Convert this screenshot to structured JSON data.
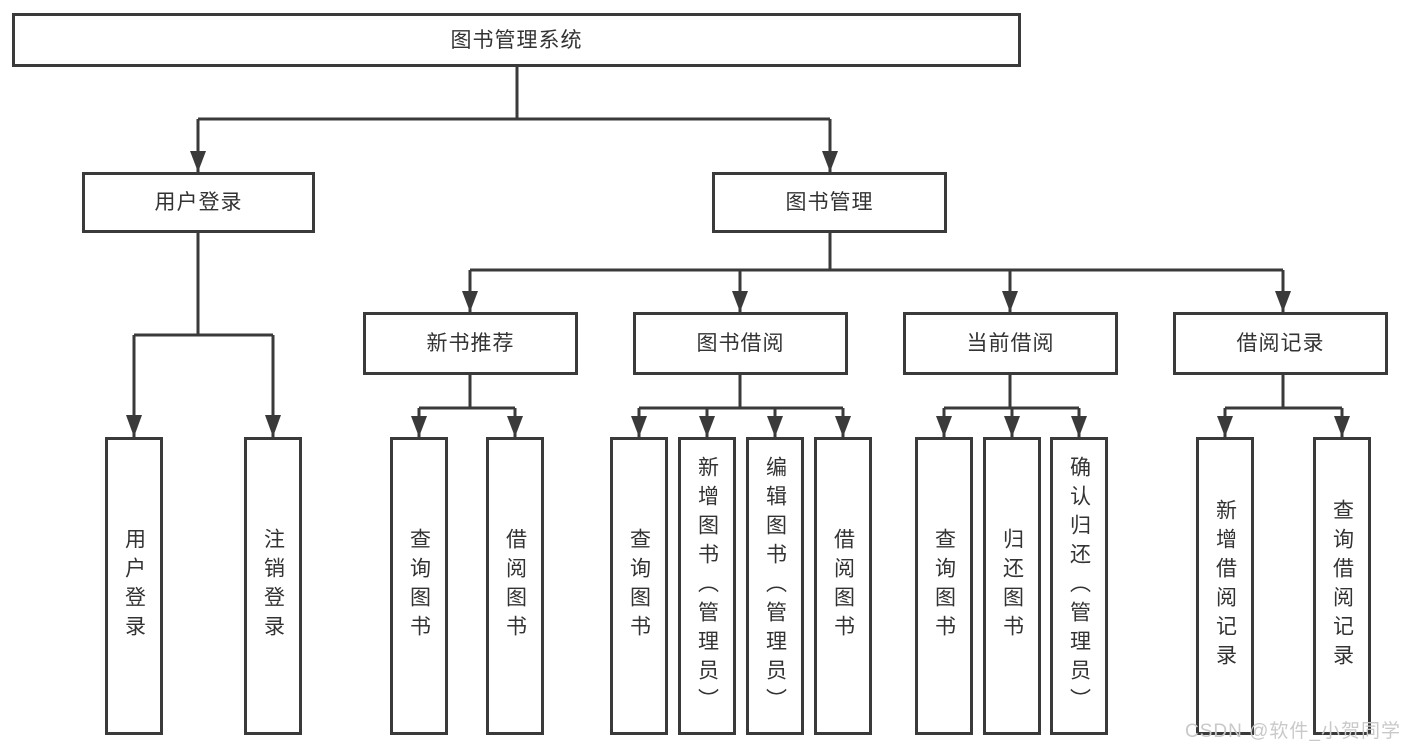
{
  "diagram": {
    "title": "图书管理系统",
    "branches": [
      {
        "label": "用户登录",
        "children": [
          {
            "label": "用户登录"
          },
          {
            "label": "注销登录"
          }
        ]
      },
      {
        "label": "图书管理",
        "children": [
          {
            "label": "新书推荐",
            "children": [
              {
                "label": "查询图书"
              },
              {
                "label": "借阅图书"
              }
            ]
          },
          {
            "label": "图书借阅",
            "children": [
              {
                "label": "查询图书"
              },
              {
                "label": "新增图书（管理员）"
              },
              {
                "label": "编辑图书（管理员）"
              },
              {
                "label": "借阅图书"
              }
            ]
          },
          {
            "label": "当前借阅",
            "children": [
              {
                "label": "查询图书"
              },
              {
                "label": "归还图书"
              },
              {
                "label": "确认归还（管理员）"
              }
            ]
          },
          {
            "label": "借阅记录",
            "children": [
              {
                "label": "新增借阅记录"
              },
              {
                "label": "查询借阅记录"
              }
            ]
          }
        ]
      }
    ]
  },
  "watermark": "CSDN @软件_小贺同学",
  "colors": {
    "line": "#3a3a3a",
    "text": "#333333",
    "watermark": "#c9c9c9",
    "background": "#ffffff"
  }
}
